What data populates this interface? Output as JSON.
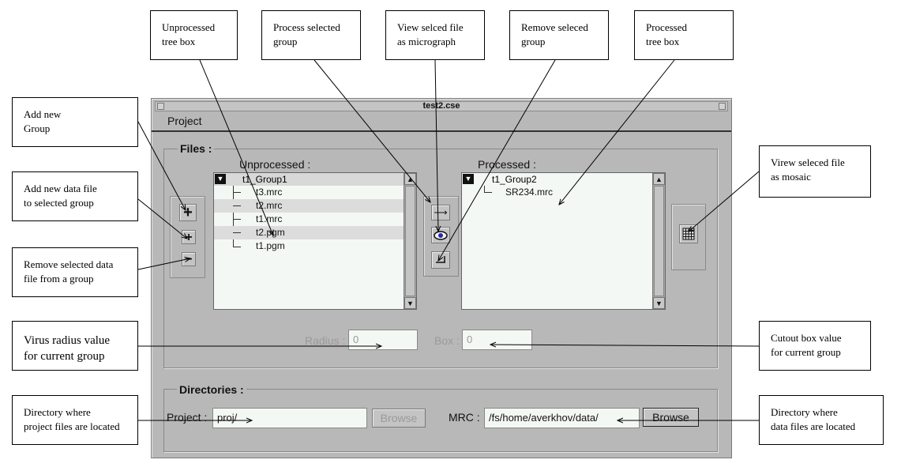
{
  "window": {
    "title": "test2.cse",
    "menu": [
      "Project"
    ]
  },
  "files": {
    "group_label": "Files :",
    "unprocessed": {
      "label": "Unprocessed :",
      "group": "t1_Group1",
      "items": [
        "t3.mrc",
        "t2.mrc",
        "t1.mrc",
        "t2.pgm",
        "t1.pgm"
      ],
      "highlighted": [
        1,
        3
      ]
    },
    "processed": {
      "label": "Processed :",
      "group": "t1_Group2",
      "items": [
        "SR234.mrc"
      ]
    },
    "radius_label": "Radius :",
    "radius_value": "0",
    "box_label": "Box :",
    "box_value": "0"
  },
  "directories": {
    "group_label": "Directories :",
    "project_label": "Project :",
    "project_value": "proj/",
    "project_browse": "Browse",
    "mrc_label": "MRC :",
    "mrc_value": "/fs/home/averkhov/data/",
    "mrc_browse": "Browse"
  },
  "callouts": {
    "unprocessed_tree": [
      "Unprocessed",
      "tree box"
    ],
    "process_group": [
      "Process selected",
      "group"
    ],
    "view_micrograph": [
      "View selced file",
      "as micrograph"
    ],
    "remove_group": [
      "Remove seleced",
      "group"
    ],
    "processed_tree": [
      "Processed",
      "tree box"
    ],
    "add_group": [
      "Add new",
      "Group"
    ],
    "add_file": [
      "Add new data file",
      "to selected group"
    ],
    "remove_file": [
      "Remove selected  data",
      "file from a group"
    ],
    "virus_radius": [
      "Virus radius value",
      "for current group"
    ],
    "project_dir": [
      "Directory where",
      "project files are located"
    ],
    "view_mosaic": [
      "Virew seleced file",
      "as mosaic"
    ],
    "cutout_box": [
      "Cutout box value",
      "for current group"
    ],
    "data_dir": [
      "Directory where",
      "data files are located"
    ]
  },
  "icons": {
    "add_group": "plus-icon",
    "add_file": "plus-icon",
    "remove_file": "minus-icon",
    "process": "process-arrow-icon",
    "view": "eye-icon",
    "remove_group": "remove-group-icon",
    "mosaic": "grid-icon",
    "expand": "chevron-down-icon"
  }
}
